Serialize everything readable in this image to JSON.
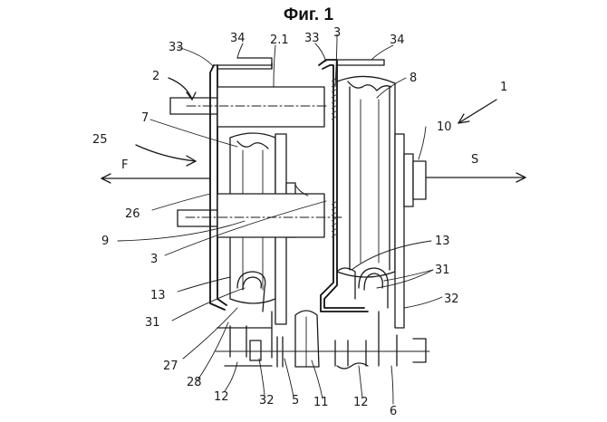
{
  "figure": {
    "title": "Фиг. 1"
  },
  "labels": {
    "l1": "1",
    "l2": "2",
    "l3a": "3",
    "l3b": "3",
    "l5": "5",
    "l6": "6",
    "l7": "7",
    "l8": "8",
    "l9": "9",
    "l10": "10",
    "l11": "11",
    "l12a": "12",
    "l12b": "12",
    "l13a": "13",
    "l13b": "13",
    "l21": "2.1",
    "l25": "25",
    "l26": "26",
    "l27": "27",
    "l28": "28",
    "l31a": "31",
    "l31b": "31",
    "l32a": "32",
    "l32b": "32",
    "l33a": "33",
    "l33b": "33",
    "l34a": "34",
    "l34b": "34"
  },
  "forces": {
    "left": "F",
    "right": "S"
  }
}
